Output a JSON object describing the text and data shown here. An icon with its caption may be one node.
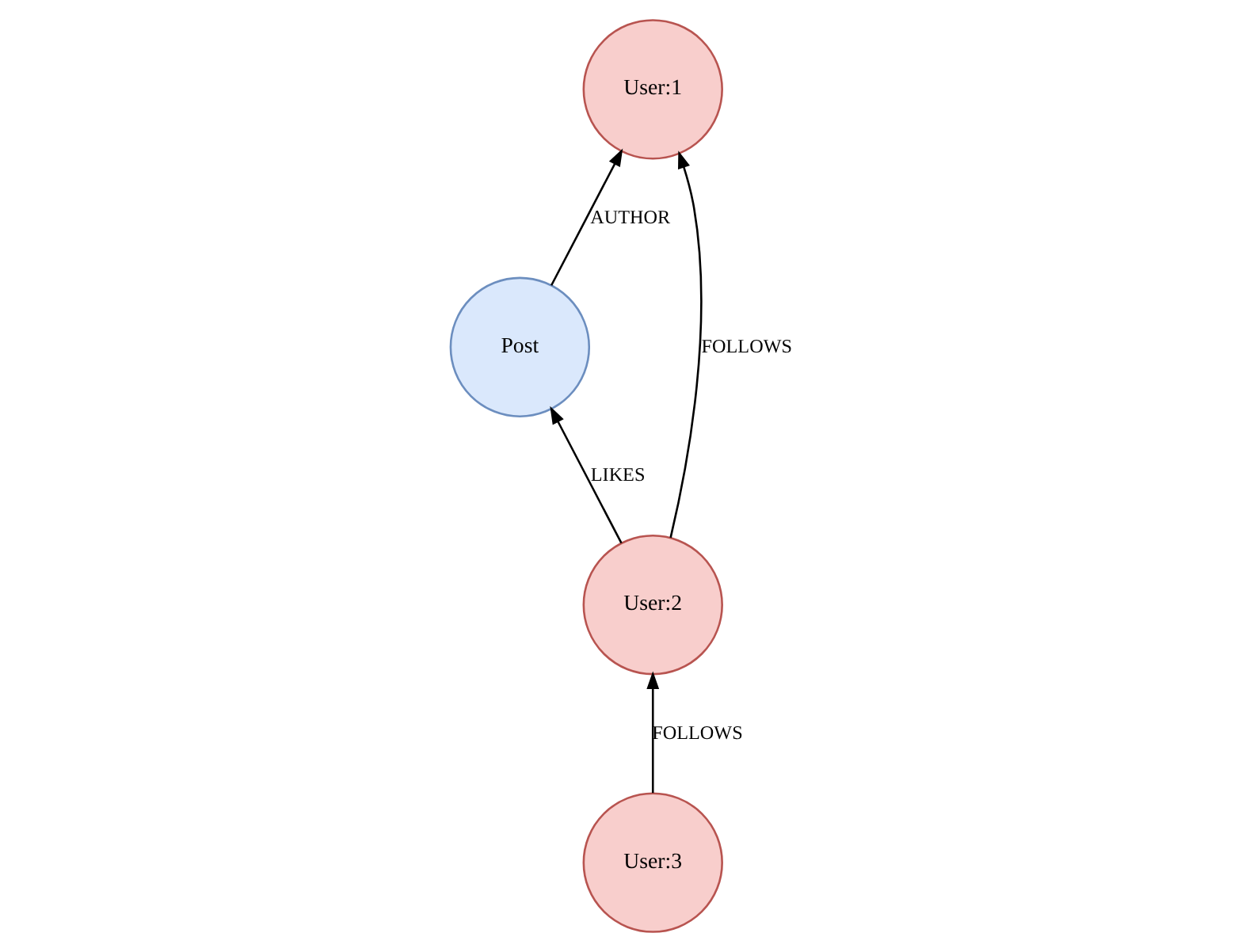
{
  "diagram": {
    "nodes": [
      {
        "text": [
          "Post"
        ]
      },
      {
        "text": [
          "User:1"
        ]
      },
      {
        "text": [
          "User:2"
        ]
      },
      {
        "text": [
          "User:3"
        ]
      }
    ],
    "edges": [
      {
        "from": 0,
        "to": 1,
        "arrow": "to",
        "label": "AUTHOR"
      },
      {
        "from": 2,
        "to": 0,
        "arrow": "to",
        "label": "LIKES"
      },
      {
        "from": 2,
        "to": 1,
        "arrow": "to",
        "label": "FOLLOWS"
      },
      {
        "from": 3,
        "to": 2,
        "arrow": "to",
        "label": "FOLLOWS"
      }
    ]
  }
}
